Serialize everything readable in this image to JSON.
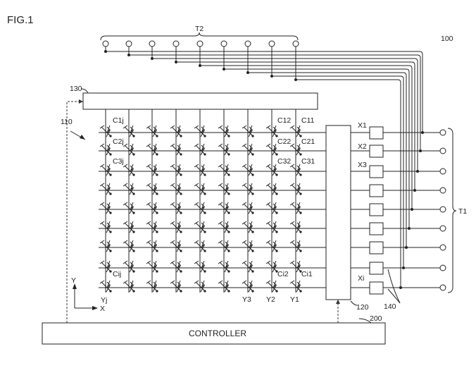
{
  "figure_label": "FIG.1",
  "ref_device": "100",
  "ref_array": "110",
  "ref_sel_block": "120",
  "ref_top_block": "130",
  "ref_buffers": "140",
  "ref_controller": "200",
  "controller_label": "CONTROLLER",
  "terminal_top": "T2",
  "terminal_right": "T1",
  "cell_labels": {
    "c1j": "C1j",
    "c12": "C12",
    "c11": "C11",
    "c2j": "C2j",
    "c22": "C22",
    "c21": "C21",
    "c3j": "C3j",
    "c32": "C32",
    "c31": "C31",
    "cij": "Cij",
    "ci2": "Ci2",
    "ci1": "Ci1"
  },
  "row_labels": {
    "x1": "X1",
    "x2": "X2",
    "x3": "X3",
    "xi": "Xi"
  },
  "col_labels": {
    "yj": "Yj",
    "y3": "Y3",
    "y2": "Y2",
    "y1": "Y1"
  },
  "axis_labels": {
    "y": "Y",
    "x": "X"
  },
  "colors": {
    "line": "#222222",
    "background": "#ffffff"
  }
}
